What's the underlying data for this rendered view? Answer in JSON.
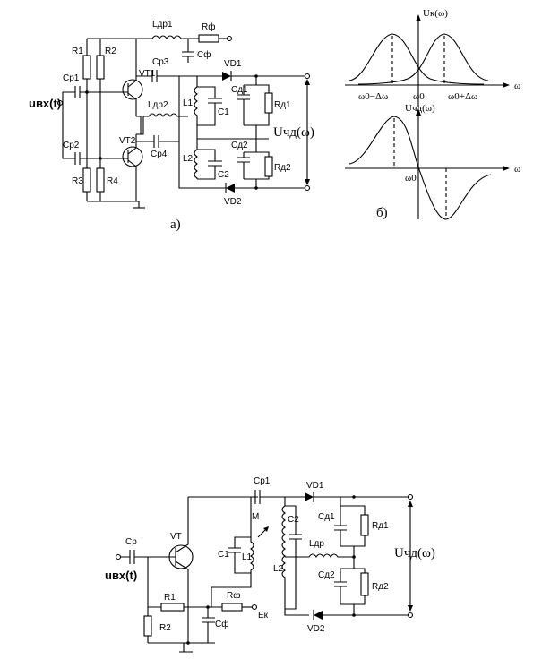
{
  "diagram_a": {
    "label": "а)",
    "input": "uвх(t)",
    "output": "Uчд(ω)",
    "components": {
      "R1": "R1",
      "R2": "R2",
      "R3": "R3",
      "R4": "R4",
      "Cp1": "Cp1",
      "Cp2": "Cp2",
      "Cp3": "Cp3",
      "Cp4": "Cp4",
      "VT1": "VT1",
      "VT2": "VT2",
      "Ldp1": "Lдp1",
      "Ldp2": "Lдp2",
      "Rf": "Rф",
      "Cf": "Cф",
      "VD1": "VD1",
      "VD2": "VD2",
      "L1": "L1",
      "C1": "C1",
      "L2": "L2",
      "C2": "C2",
      "Cd1": "Cд1",
      "Rd1": "Rд1",
      "Cd2": "Cд2",
      "Rd2": "Rд2"
    }
  },
  "graph_b": {
    "label": "б)",
    "top_ylabel": "Uк(ω)",
    "bottom_ylabel": "Uчд(ω)",
    "xlabel": "ω",
    "tick_left": "ω0−Δω",
    "tick_center": "ω0",
    "tick_right": "ω0+Δω",
    "tick_zero": "ω0"
  },
  "diagram_c": {
    "input": "uвх(t)",
    "output": "Uчд(ω)",
    "components": {
      "Cp": "Cp",
      "VT": "VT",
      "R1": "R1",
      "R2": "R2",
      "Rf": "Rф",
      "Cf": "Cф",
      "Ek": "Eк",
      "C1": "C1",
      "L1": "L1",
      "M": "M",
      "Cp1": "Cp1",
      "C2": "C2",
      "L2": "L2",
      "Ldp": "Lдp",
      "VD1": "VD1",
      "VD2": "VD2",
      "Cd1": "Cд1",
      "Rd1": "Rд1",
      "Cd2": "Cд2",
      "Rd2": "Rд2"
    }
  }
}
